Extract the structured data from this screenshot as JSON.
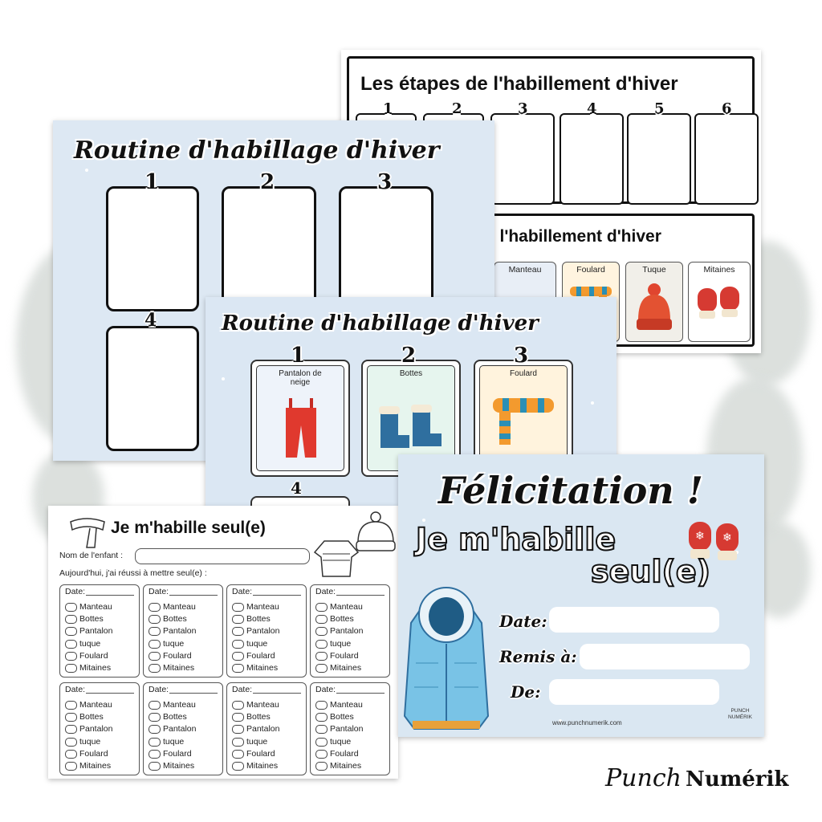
{
  "brand": {
    "part1": "Punch",
    "part2": "Numérik"
  },
  "sheet_steps": {
    "title": "Les étapes de l'habillement d'hiver",
    "numbers": [
      "1",
      "2",
      "3",
      "4",
      "5",
      "6"
    ],
    "title_partial": "e l'habillement d'hiver",
    "cards": [
      {
        "label": "Manteau"
      },
      {
        "label": "Foulard"
      },
      {
        "label": "Tuque"
      },
      {
        "label": "Mitaines"
      }
    ]
  },
  "sheet_routine_blank": {
    "title": "Routine d'habillage d'hiver",
    "numbers": [
      "1",
      "2",
      "3",
      "4"
    ]
  },
  "sheet_routine_filled": {
    "title": "Routine d'habillage d'hiver",
    "numbers": [
      "1",
      "2",
      "3",
      "4"
    ],
    "cards": [
      {
        "label": "Pantalon de neige"
      },
      {
        "label": "Bottes"
      },
      {
        "label": "Foulard"
      }
    ]
  },
  "sheet_tracker": {
    "title": "Je m'habille seul(e)",
    "name_label": "Nom de l'enfant :",
    "subtitle": "Aujourd'hui, j'ai réussi à mettre seul(e) :",
    "date_label": "Date:",
    "items": [
      "Manteau",
      "Bottes",
      "Pantalon",
      "tuque",
      "Foulard",
      "Mitaines"
    ]
  },
  "sheet_certificate": {
    "title": "Félicitation !",
    "line2": "Je m'habille",
    "line3": "seul(e)",
    "fields": [
      {
        "label": "Date:"
      },
      {
        "label": "Remis à:"
      },
      {
        "label": "De:"
      }
    ],
    "website": "www.punchnumerik.com",
    "logo_text": "PUNCH NUMÉRIK"
  },
  "colors": {
    "sheet_blue": "#dde8f3",
    "jacket_blue": "#79c3e6",
    "mitten_red": "#d63a32",
    "ink": "#111111"
  }
}
